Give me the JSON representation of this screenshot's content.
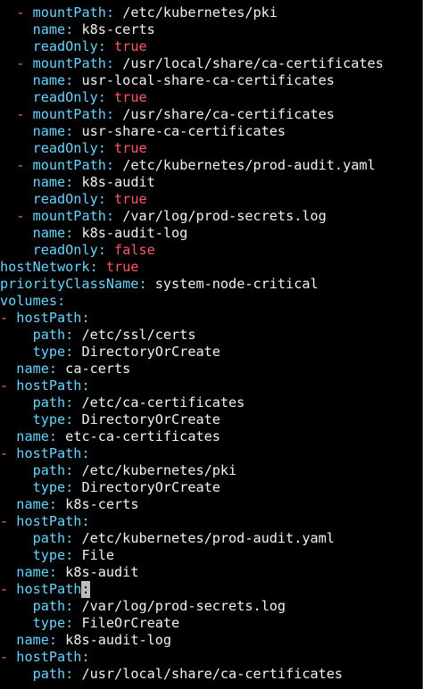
{
  "colors": {
    "background": "#000000",
    "key": "#6ad4ff",
    "value": "#f2f2f2",
    "bool": "#ff5a66",
    "dash": "#ff6b5e",
    "cursor": "#bdbdbd"
  },
  "lines": [
    {
      "indent": "  ",
      "dash": "- ",
      "key": "mountPath",
      "value": " /etc/kubernetes/pki",
      "type": "str"
    },
    {
      "indent": "    ",
      "dash": "",
      "key": "name",
      "value": " k8s-certs",
      "type": "str"
    },
    {
      "indent": "    ",
      "dash": "",
      "key": "readOnly",
      "value": " true",
      "type": "bool"
    },
    {
      "indent": "  ",
      "dash": "- ",
      "key": "mountPath",
      "value": " /usr/local/share/ca-certificates",
      "type": "str"
    },
    {
      "indent": "    ",
      "dash": "",
      "key": "name",
      "value": " usr-local-share-ca-certificates",
      "type": "str"
    },
    {
      "indent": "    ",
      "dash": "",
      "key": "readOnly",
      "value": " true",
      "type": "bool"
    },
    {
      "indent": "  ",
      "dash": "- ",
      "key": "mountPath",
      "value": " /usr/share/ca-certificates",
      "type": "str"
    },
    {
      "indent": "    ",
      "dash": "",
      "key": "name",
      "value": " usr-share-ca-certificates",
      "type": "str"
    },
    {
      "indent": "    ",
      "dash": "",
      "key": "readOnly",
      "value": " true",
      "type": "bool"
    },
    {
      "indent": "  ",
      "dash": "- ",
      "key": "mountPath",
      "value": " /etc/kubernetes/prod-audit.yaml",
      "type": "str"
    },
    {
      "indent": "    ",
      "dash": "",
      "key": "name",
      "value": " k8s-audit",
      "type": "str"
    },
    {
      "indent": "    ",
      "dash": "",
      "key": "readOnly",
      "value": " true",
      "type": "bool"
    },
    {
      "indent": "  ",
      "dash": "- ",
      "key": "mountPath",
      "value": " /var/log/prod-secrets.log",
      "type": "str"
    },
    {
      "indent": "    ",
      "dash": "",
      "key": "name",
      "value": " k8s-audit-log",
      "type": "str"
    },
    {
      "indent": "    ",
      "dash": "",
      "key": "readOnly",
      "value": " false",
      "type": "bool"
    },
    {
      "indent": "",
      "dash": "",
      "key": "hostNetwork",
      "value": " true",
      "type": "bool"
    },
    {
      "indent": "",
      "dash": "",
      "key": "priorityClassName",
      "value": " system-node-critical",
      "type": "str"
    },
    {
      "indent": "",
      "dash": "",
      "key": "volumes",
      "value": "",
      "type": "str"
    },
    {
      "indent": "",
      "dash": "- ",
      "key": "hostPath",
      "value": "",
      "type": "str"
    },
    {
      "indent": "    ",
      "dash": "",
      "key": "path",
      "value": " /etc/ssl/certs",
      "type": "str"
    },
    {
      "indent": "    ",
      "dash": "",
      "key": "type",
      "value": " DirectoryOrCreate",
      "type": "str"
    },
    {
      "indent": "  ",
      "dash": "",
      "key": "name",
      "value": " ca-certs",
      "type": "str"
    },
    {
      "indent": "",
      "dash": "- ",
      "key": "hostPath",
      "value": "",
      "type": "str"
    },
    {
      "indent": "    ",
      "dash": "",
      "key": "path",
      "value": " /etc/ca-certificates",
      "type": "str"
    },
    {
      "indent": "    ",
      "dash": "",
      "key": "type",
      "value": " DirectoryOrCreate",
      "type": "str"
    },
    {
      "indent": "  ",
      "dash": "",
      "key": "name",
      "value": " etc-ca-certificates",
      "type": "str"
    },
    {
      "indent": "",
      "dash": "- ",
      "key": "hostPath",
      "value": "",
      "type": "str"
    },
    {
      "indent": "    ",
      "dash": "",
      "key": "path",
      "value": " /etc/kubernetes/pki",
      "type": "str"
    },
    {
      "indent": "    ",
      "dash": "",
      "key": "type",
      "value": " DirectoryOrCreate",
      "type": "str"
    },
    {
      "indent": "  ",
      "dash": "",
      "key": "name",
      "value": " k8s-certs",
      "type": "str"
    },
    {
      "indent": "",
      "dash": "- ",
      "key": "hostPath",
      "value": "",
      "type": "str"
    },
    {
      "indent": "    ",
      "dash": "",
      "key": "path",
      "value": " /etc/kubernetes/prod-audit.yaml",
      "type": "str"
    },
    {
      "indent": "    ",
      "dash": "",
      "key": "type",
      "value": " File",
      "type": "str"
    },
    {
      "indent": "  ",
      "dash": "",
      "key": "name",
      "value": " k8s-audit",
      "type": "str"
    },
    {
      "indent": "",
      "dash": "- ",
      "key": "hostPath",
      "value": "",
      "type": "str",
      "cursor": true
    },
    {
      "indent": "    ",
      "dash": "",
      "key": "path",
      "value": " /var/log/prod-secrets.log",
      "type": "str"
    },
    {
      "indent": "    ",
      "dash": "",
      "key": "type",
      "value": " FileOrCreate",
      "type": "str"
    },
    {
      "indent": "  ",
      "dash": "",
      "key": "name",
      "value": " k8s-audit-log",
      "type": "str"
    },
    {
      "indent": "",
      "dash": "- ",
      "key": "hostPath",
      "value": "",
      "type": "str"
    },
    {
      "indent": "    ",
      "dash": "",
      "key": "path",
      "value": " /usr/local/share/ca-certificates",
      "type": "str"
    }
  ]
}
